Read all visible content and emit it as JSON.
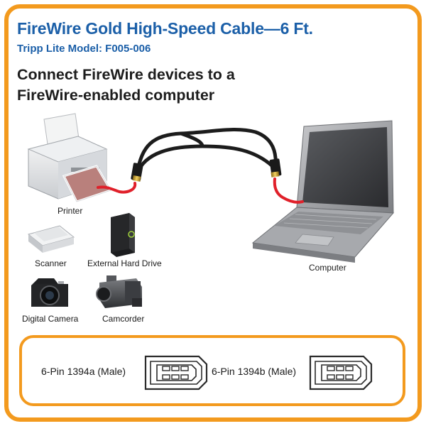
{
  "header": {
    "title": "FireWire Gold High-Speed Cable—6 Ft.",
    "model": "Tripp Lite Model: F005-006",
    "headline_line1": "Connect FireWire devices to a",
    "headline_line2": "FireWire-enabled computer"
  },
  "devices": {
    "printer": "Printer",
    "scanner": "Scanner",
    "external_hard_drive": "External Hard Drive",
    "digital_camera": "Digital Camera",
    "camcorder": "Camcorder",
    "computer": "Computer"
  },
  "connectors": {
    "left_label": "6-Pin 1394a (Male)",
    "right_label": "6-Pin 1394b (Male)"
  },
  "colors": {
    "accent_orange": "#f39a1e",
    "title_blue": "#1b5fa8",
    "cable_red": "#e0202a",
    "cable_black": "#1c1c1c"
  }
}
